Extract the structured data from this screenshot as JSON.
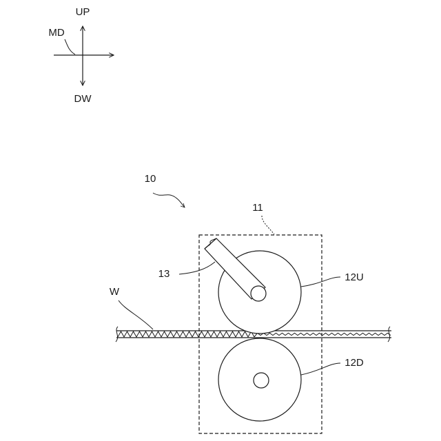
{
  "diagram": {
    "labels": {
      "up": "UP",
      "down": "DW",
      "machine_direction": "MD",
      "apparatus": "10",
      "unit": "11",
      "upper_roller": "12U",
      "lower_roller": "12D",
      "arm": "13",
      "web": "W"
    },
    "colors": {
      "line": "#1a1a1a",
      "background": "#ffffff"
    }
  }
}
